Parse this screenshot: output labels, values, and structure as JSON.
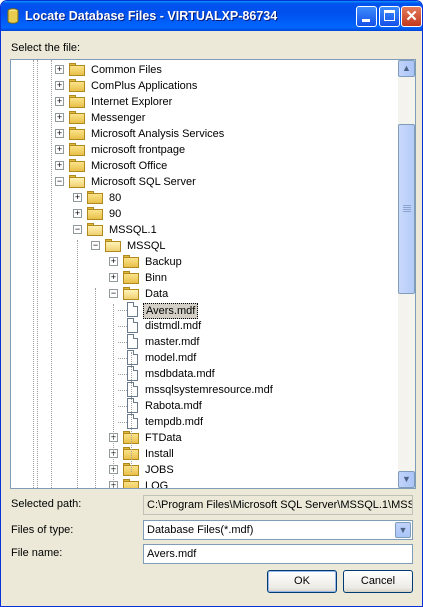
{
  "window": {
    "title": "Locate Database Files - VIRTUALXP-86734"
  },
  "select_label": "Select the file:",
  "tree": [
    {
      "label": "Common Files",
      "expander": "+"
    },
    {
      "label": "ComPlus Applications",
      "expander": "+"
    },
    {
      "label": "Internet Explorer",
      "expander": "+"
    },
    {
      "label": "Messenger",
      "expander": "+"
    },
    {
      "label": "Microsoft Analysis Services",
      "expander": "+"
    },
    {
      "label": "microsoft frontpage",
      "expander": "+"
    },
    {
      "label": "Microsoft Office",
      "expander": "+"
    },
    {
      "label": "Microsoft SQL Server",
      "expander": "−"
    },
    {
      "label": "80",
      "expander": "+"
    },
    {
      "label": "90",
      "expander": "+"
    },
    {
      "label": "MSSQL.1",
      "expander": "−"
    },
    {
      "label": "MSSQL",
      "expander": "−"
    },
    {
      "label": "Backup",
      "expander": "+"
    },
    {
      "label": "Binn",
      "expander": "+"
    },
    {
      "label": "Data",
      "expander": "−"
    },
    {
      "label": "Avers.mdf",
      "expander": ""
    },
    {
      "label": "distmdl.mdf",
      "expander": ""
    },
    {
      "label": "master.mdf",
      "expander": ""
    },
    {
      "label": "model.mdf",
      "expander": ""
    },
    {
      "label": "msdbdata.mdf",
      "expander": ""
    },
    {
      "label": "mssqlsystemresource.mdf",
      "expander": ""
    },
    {
      "label": "Rabota.mdf",
      "expander": ""
    },
    {
      "label": "tempdb.mdf",
      "expander": ""
    },
    {
      "label": "FTData",
      "expander": "+"
    },
    {
      "label": "Install",
      "expander": "+"
    },
    {
      "label": "JOBS",
      "expander": "+"
    },
    {
      "label": "LOG",
      "expander": "+"
    }
  ],
  "selected_path": {
    "label": "Selected path:",
    "value": "C:\\Program Files\\Microsoft SQL Server\\MSSQL.1\\MSS"
  },
  "files_of_type": {
    "label": "Files of type:",
    "value": "Database Files(*.mdf)"
  },
  "file_name": {
    "label": "File name:",
    "value": "Avers.mdf"
  },
  "buttons": {
    "ok": "OK",
    "cancel": "Cancel"
  },
  "scroll": {
    "up_arrow": "▲",
    "down_arrow": "▼",
    "combo_arrow": "▼"
  },
  "title_buttons": {
    "close": "✕"
  },
  "colors": {
    "titlebar": "#0054e3",
    "selection": "#d4d0c8",
    "dialog_bg": "#ece9d8"
  }
}
